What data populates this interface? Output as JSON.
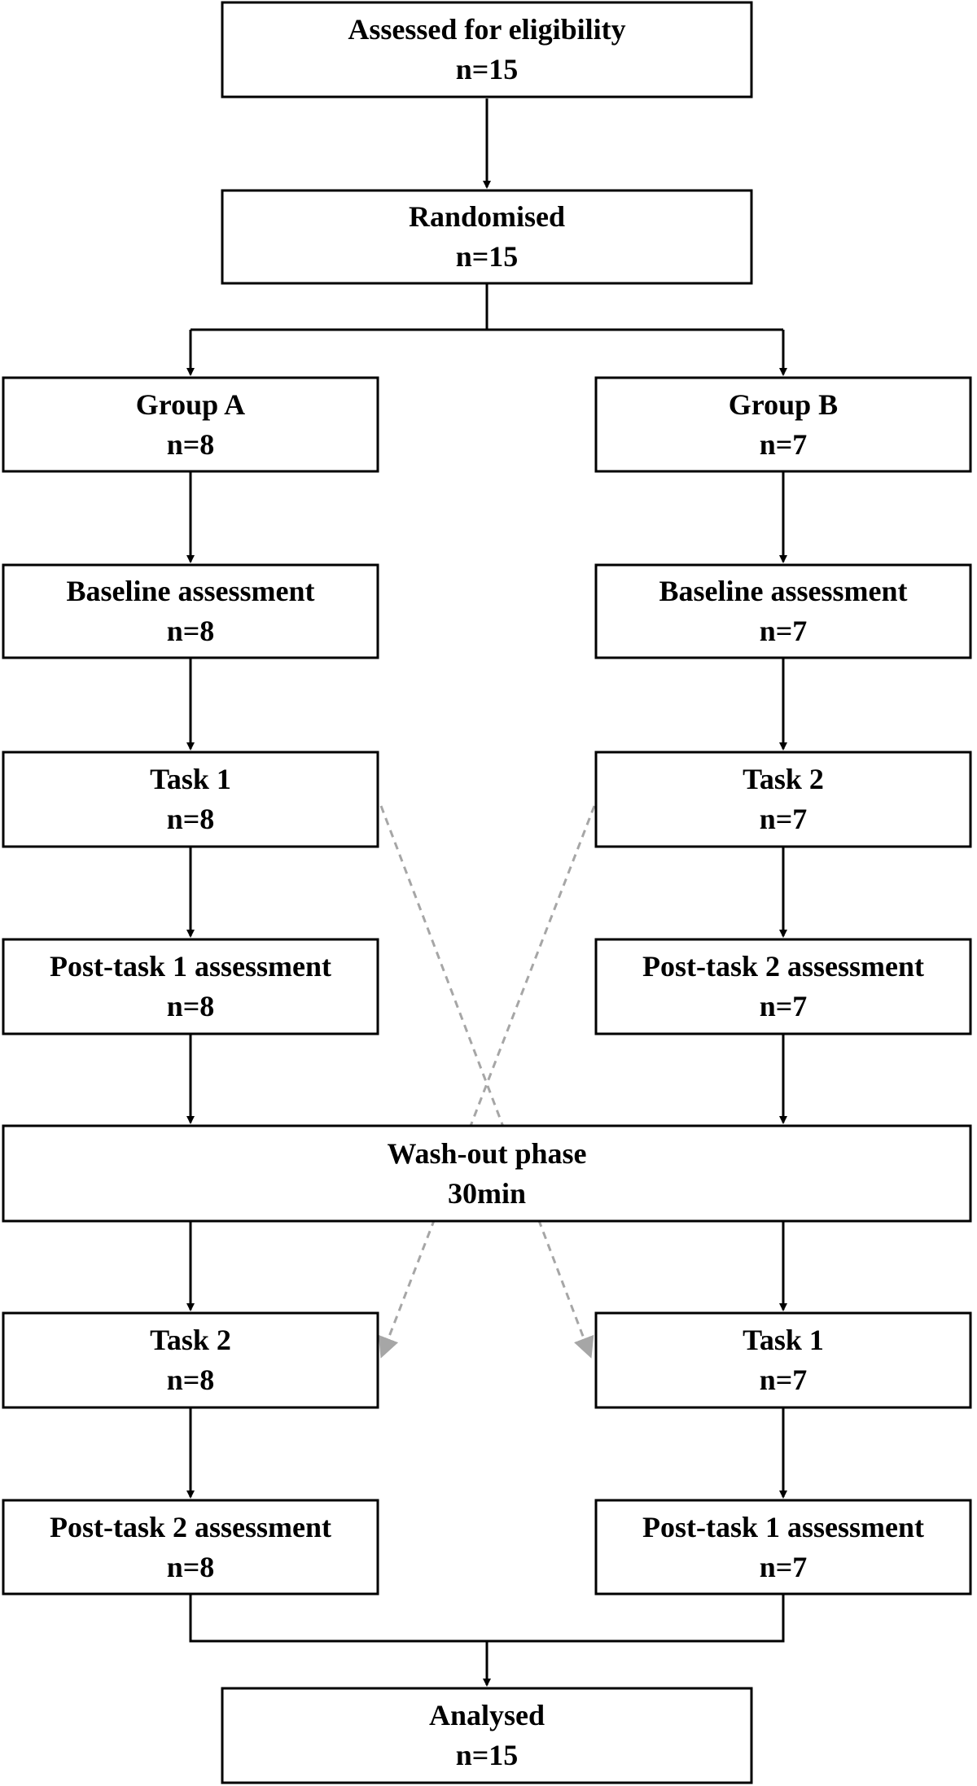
{
  "nodes": {
    "assessed": {
      "title": "Assessed for eligibility",
      "count": "n=15"
    },
    "randomised": {
      "title": "Randomised",
      "count": "n=15"
    },
    "group_a": {
      "title": "Group A",
      "count": "n=8"
    },
    "group_b": {
      "title": "Group B",
      "count": "n=7"
    },
    "baseline_a": {
      "title": "Baseline assessment",
      "count": "n=8"
    },
    "baseline_b": {
      "title": "Baseline assessment",
      "count": "n=7"
    },
    "task1_a": {
      "title": "Task 1",
      "count": "n=8"
    },
    "task2_b": {
      "title": "Task 2",
      "count": "n=7"
    },
    "post_task1_a": {
      "title": "Post-task 1 assessment",
      "count": "n=8"
    },
    "post_task2_b": {
      "title": "Post-task 2 assessment",
      "count": "n=7"
    },
    "washout": {
      "title": "Wash-out phase",
      "count": "30min"
    },
    "task2_a": {
      "title": "Task 2",
      "count": "n=8"
    },
    "task1_b": {
      "title": "Task 1",
      "count": "n=7"
    },
    "post_task2_a": {
      "title": "Post-task 2 assessment",
      "count": "n=8"
    },
    "post_task1_b": {
      "title": "Post-task 1 assessment",
      "count": "n=7"
    },
    "analysed": {
      "title": "Analysed",
      "count": "n=15"
    }
  },
  "colors": {
    "line": "#000000",
    "crossover": "#a6a6a6",
    "box_fill": "#ffffff"
  }
}
